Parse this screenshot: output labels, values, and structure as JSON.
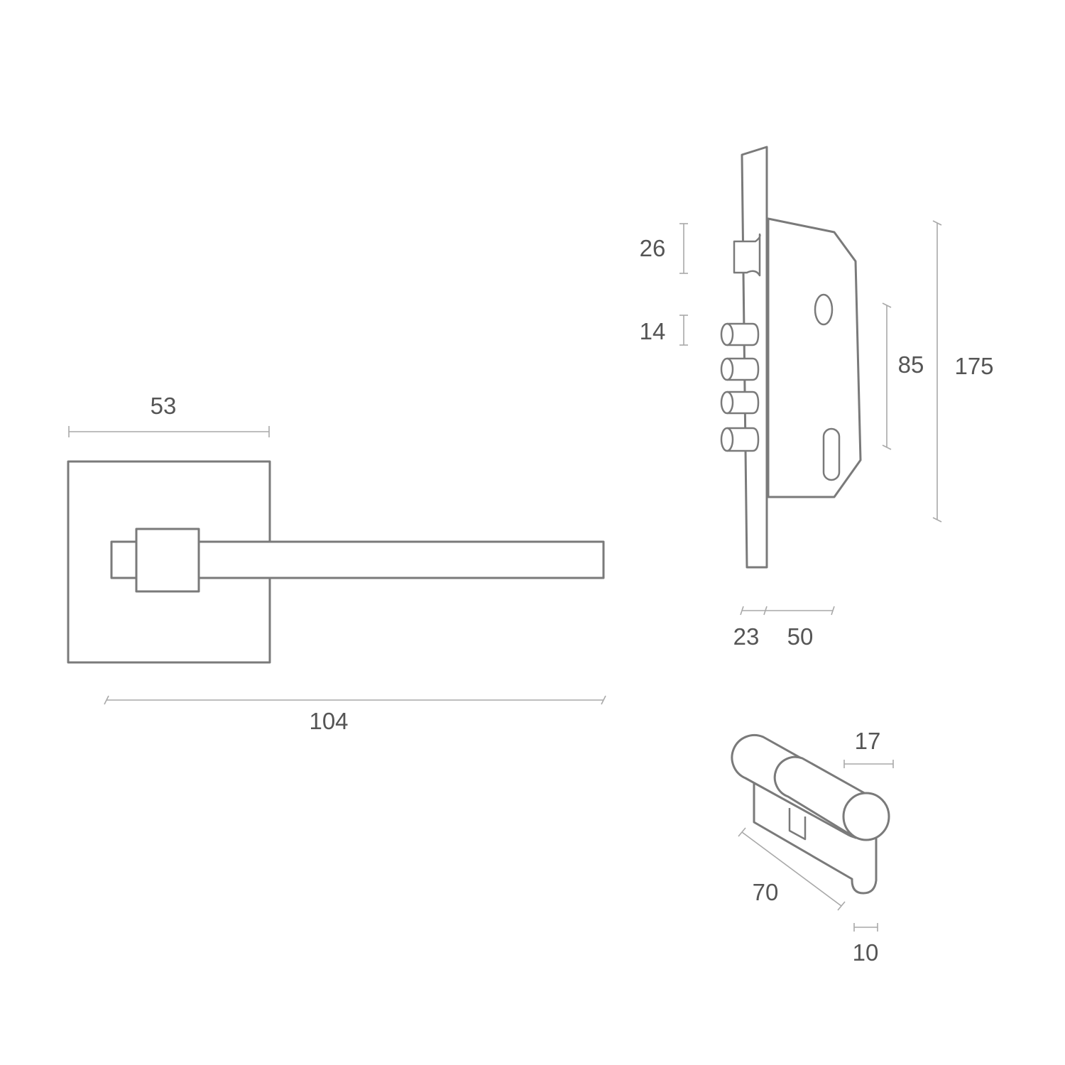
{
  "dimensions": {
    "rose_width": "53",
    "lever_length": "104",
    "lock_height": "175",
    "hole_spacing": "85",
    "latch_height": "26",
    "bolt_diameter": "14",
    "faceplate_width": "23",
    "backset": "50",
    "cylinder_length": "70",
    "cylinder_cam": "17",
    "cylinder_offset": "10"
  },
  "colors": {
    "outline": "#7a7a7a",
    "dimension_line": "#a9a9a9",
    "text": "#555555",
    "background": "#ffffff"
  }
}
